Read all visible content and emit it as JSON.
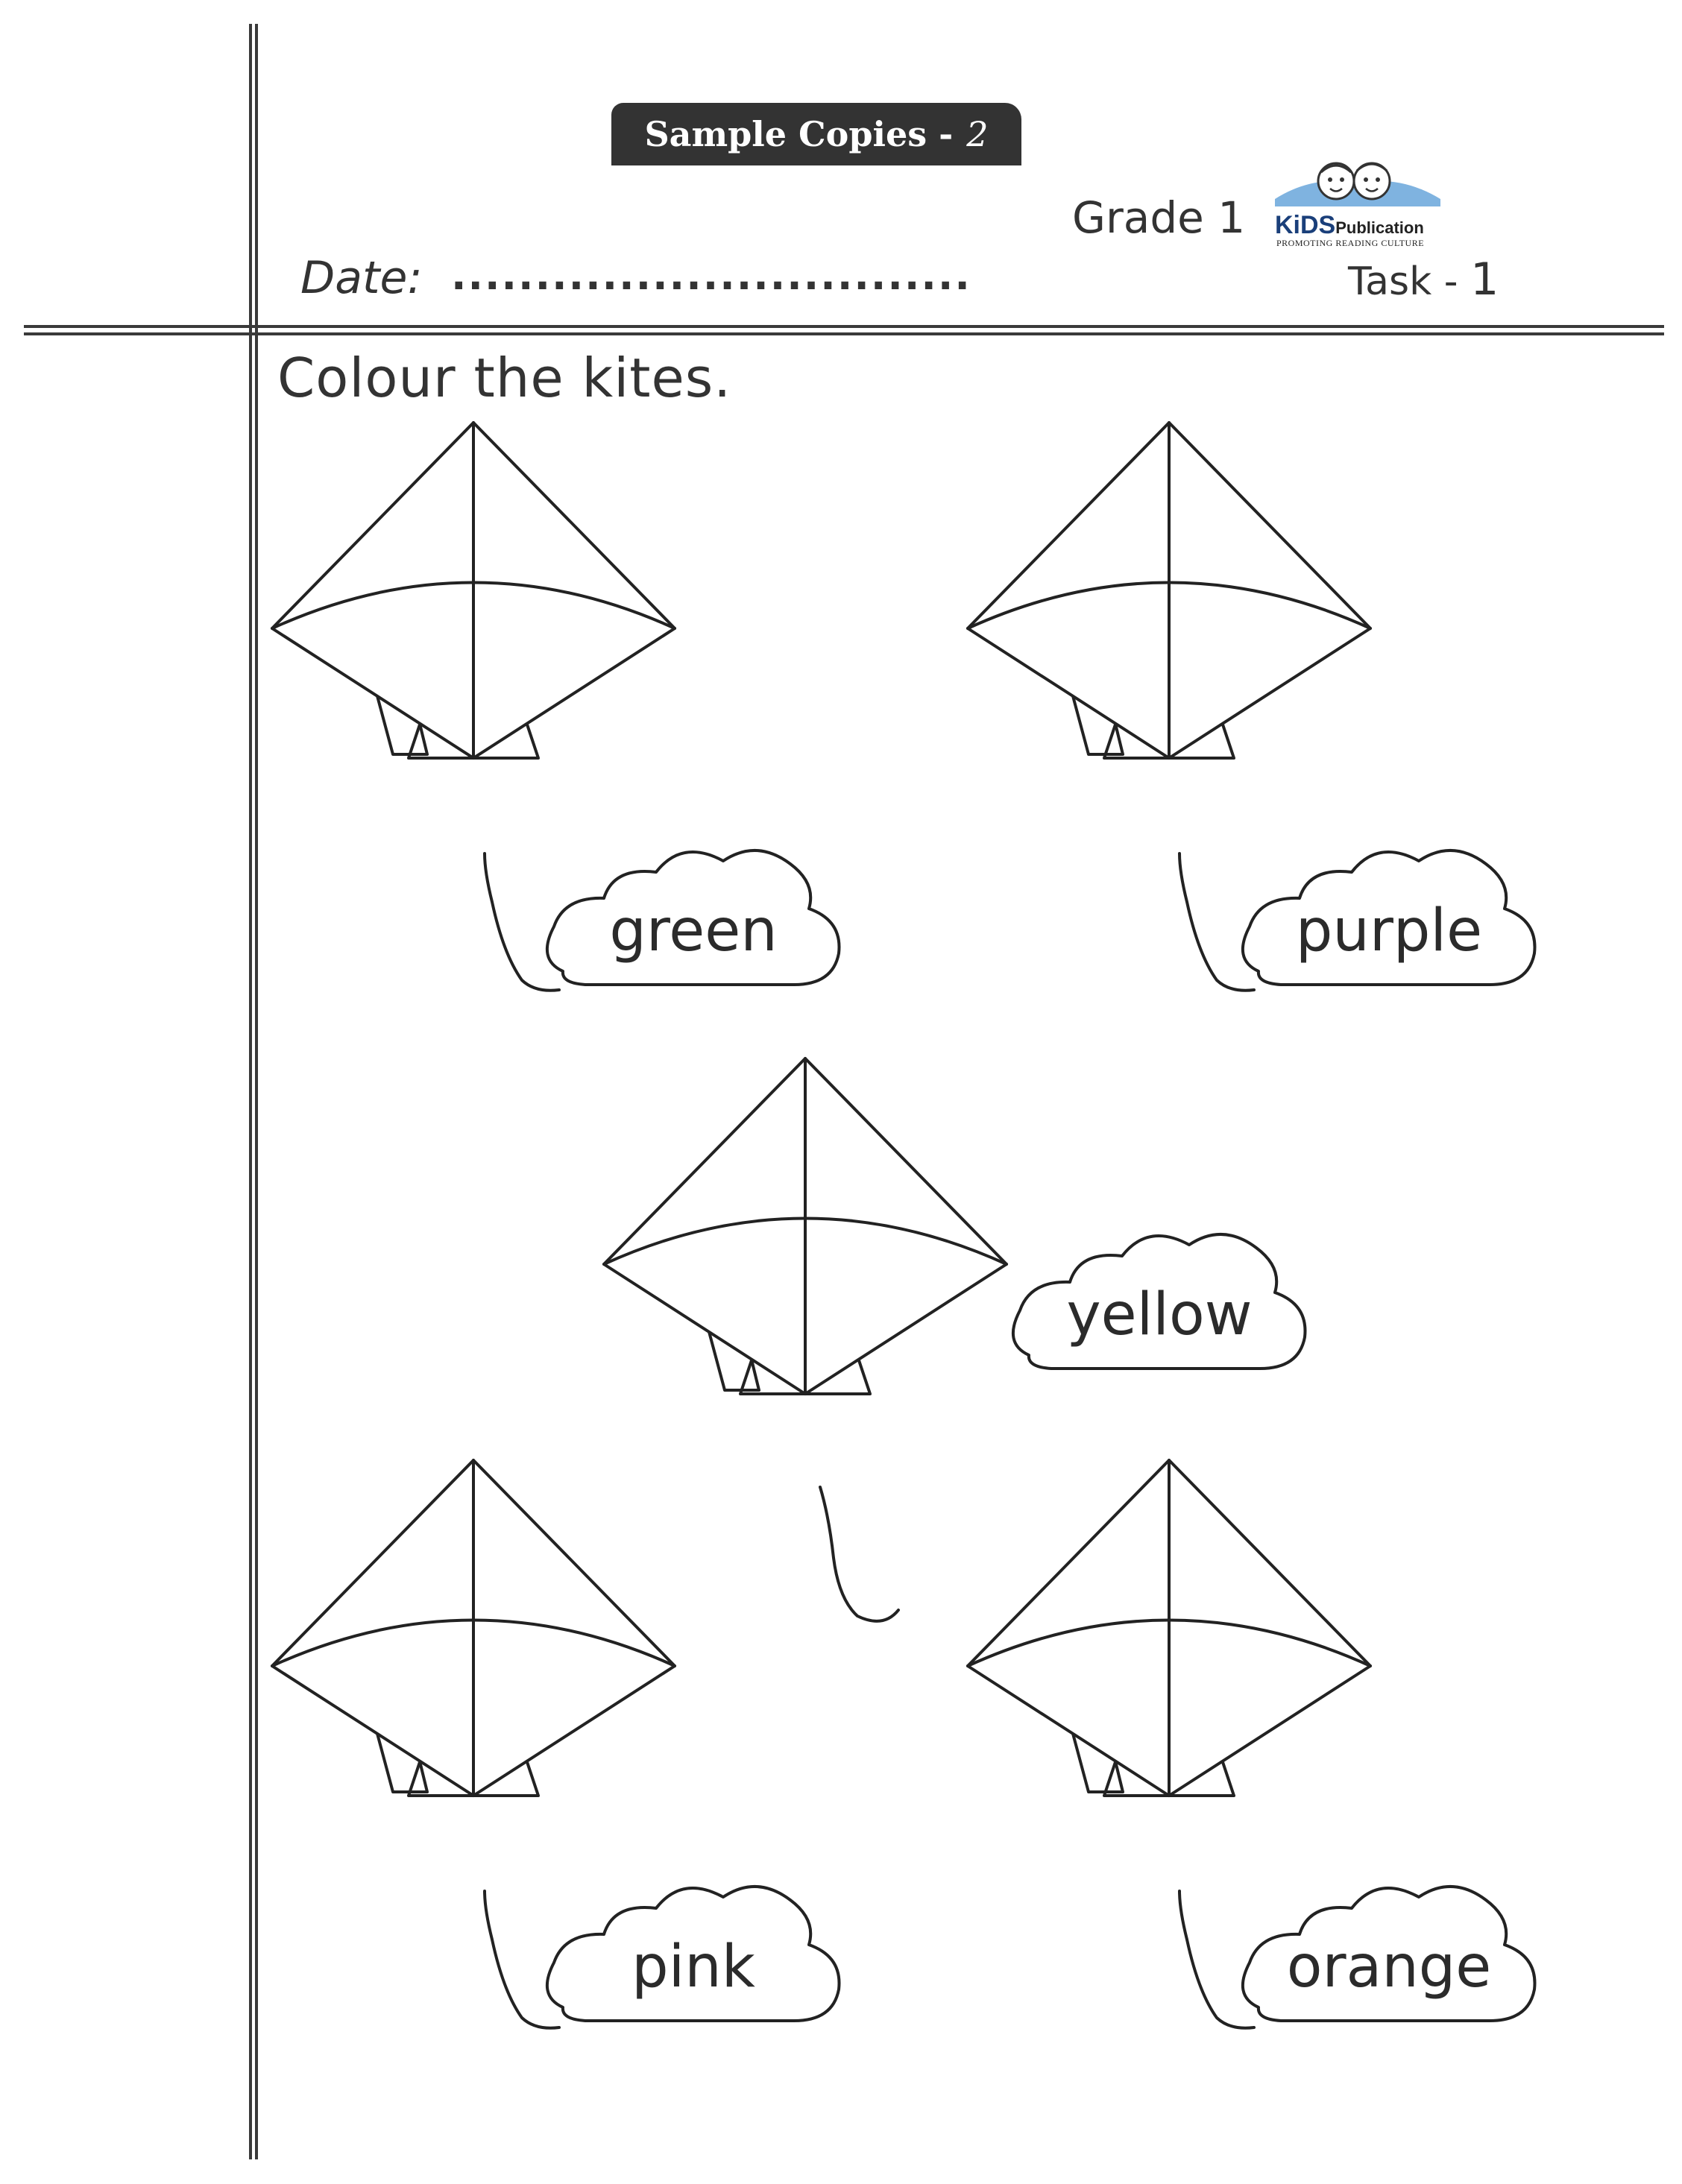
{
  "header": {
    "banner_text": "Sample Copies -",
    "banner_number": "2",
    "grade": "Grade 1",
    "task_label": "Task -",
    "task_number": "1",
    "date_label": "Date:",
    "date_dots": "..............................."
  },
  "logo": {
    "brand_kids": "KiDS",
    "brand_publication": "Publication",
    "tagline": "PROMOTING READING CULTURE"
  },
  "instruction": "Colour the kites.",
  "kites": [
    {
      "color_word": "green"
    },
    {
      "color_word": "purple"
    },
    {
      "color_word": "yellow"
    },
    {
      "color_word": "pink"
    },
    {
      "color_word": "orange"
    }
  ]
}
